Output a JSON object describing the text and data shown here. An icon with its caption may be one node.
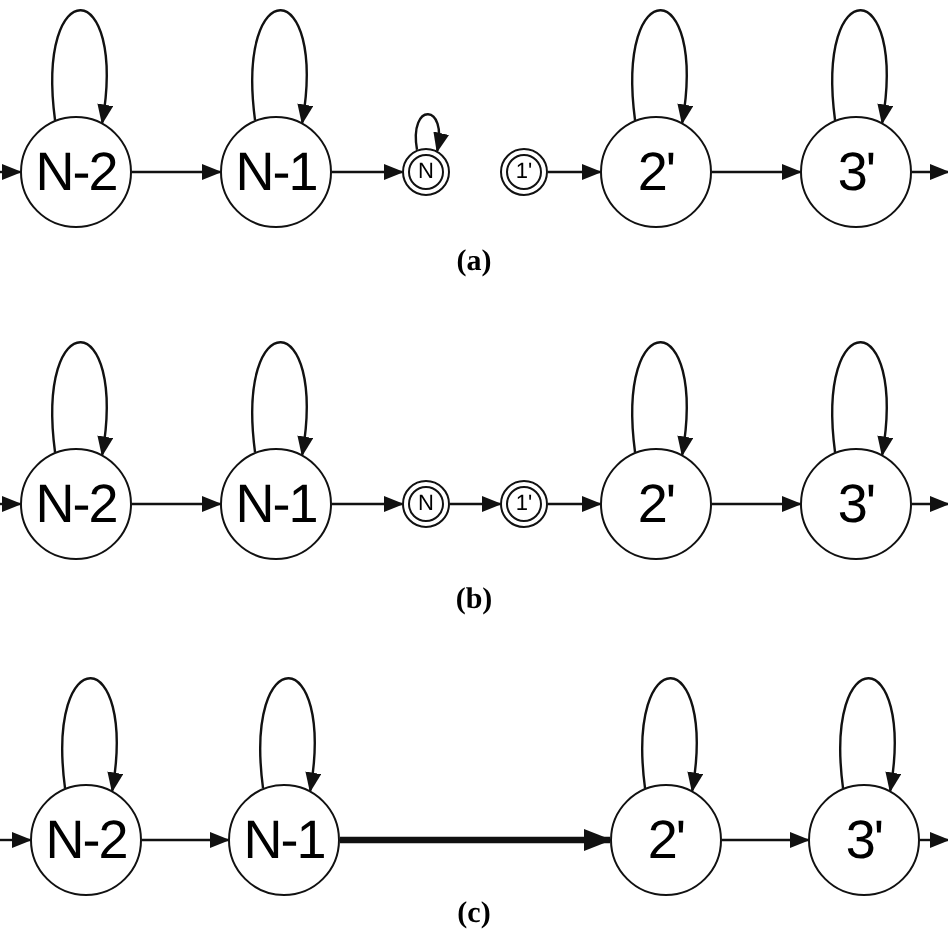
{
  "diagram": {
    "nodes": [
      {
        "text": [
          "N-2"
        ]
      },
      {
        "text": [
          "N-1"
        ]
      },
      {
        "text": [
          "N"
        ]
      },
      {
        "text": [
          "1'"
        ]
      },
      {
        "text": [
          "2'"
        ]
      },
      {
        "text": [
          "3'"
        ]
      },
      {
        "text": [
          "N-2"
        ]
      },
      {
        "text": [
          "N-1"
        ]
      },
      {
        "text": [
          "N"
        ]
      },
      {
        "text": [
          "1'"
        ]
      },
      {
        "text": [
          "2'"
        ]
      },
      {
        "text": [
          "3'"
        ]
      },
      {
        "text": [
          "N-2"
        ]
      },
      {
        "text": [
          "N-1"
        ]
      },
      {
        "text": [
          "2'"
        ]
      },
      {
        "text": [
          "3'"
        ]
      }
    ],
    "edges": [
      {
        "from": null,
        "to": 0,
        "arrow": "to"
      },
      {
        "from": 0,
        "to": 0,
        "arrow": "to"
      },
      {
        "from": 0,
        "to": 1,
        "arrow": "to"
      },
      {
        "from": 1,
        "to": 1,
        "arrow": "to"
      },
      {
        "from": 1,
        "to": 2,
        "arrow": "to"
      },
      {
        "from": 2,
        "to": 2,
        "arrow": "to"
      },
      {
        "from": 3,
        "to": 4,
        "arrow": "to"
      },
      {
        "from": 4,
        "to": 4,
        "arrow": "to"
      },
      {
        "from": 4,
        "to": 5,
        "arrow": "to"
      },
      {
        "from": 5,
        "to": 5,
        "arrow": "to"
      },
      {
        "from": 5,
        "to": null,
        "arrow": "to"
      },
      {
        "from": null,
        "to": 6,
        "arrow": "to"
      },
      {
        "from": 6,
        "to": 6,
        "arrow": "to"
      },
      {
        "from": 6,
        "to": 7,
        "arrow": "to"
      },
      {
        "from": 7,
        "to": 7,
        "arrow": "to"
      },
      {
        "from": 7,
        "to": 8,
        "arrow": "to"
      },
      {
        "from": 8,
        "to": 9,
        "arrow": "to"
      },
      {
        "from": 9,
        "to": 10,
        "arrow": "to"
      },
      {
        "from": 10,
        "to": 10,
        "arrow": "to"
      },
      {
        "from": 10,
        "to": 11,
        "arrow": "to"
      },
      {
        "from": 11,
        "to": 11,
        "arrow": "to"
      },
      {
        "from": 11,
        "to": null,
        "arrow": "to"
      },
      {
        "from": null,
        "to": 12,
        "arrow": "to"
      },
      {
        "from": 12,
        "to": 12,
        "arrow": "to"
      },
      {
        "from": 12,
        "to": 13,
        "arrow": "to"
      },
      {
        "from": 13,
        "to": 13,
        "arrow": "to"
      },
      {
        "from": 13,
        "to": 14,
        "arrow": "to",
        "style": "thick"
      },
      {
        "from": 14,
        "to": 14,
        "arrow": "to"
      },
      {
        "from": 14,
        "to": 15,
        "arrow": "to"
      },
      {
        "from": 15,
        "to": 15,
        "arrow": "to"
      },
      {
        "from": 15,
        "to": null,
        "arrow": "to"
      }
    ],
    "labels": [
      "(a)",
      "(b)",
      "(c)"
    ]
  }
}
